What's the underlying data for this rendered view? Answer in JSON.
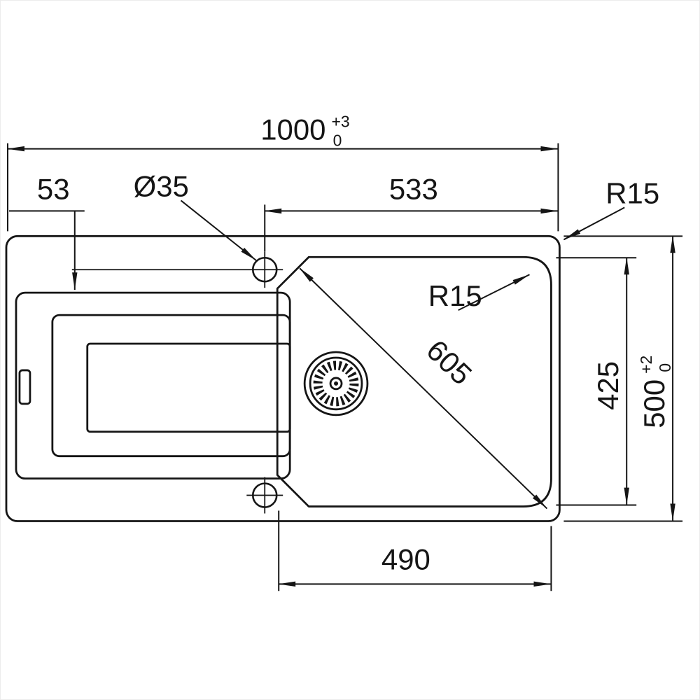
{
  "drawing": {
    "background": "#ffffff",
    "line_color": "#151515",
    "labels": {
      "overall_width": {
        "value": "1000",
        "tol_plus": "+3",
        "tol_minus": "0"
      },
      "tap_offset": {
        "value": "53"
      },
      "tap_hole_diameter": {
        "value": "Ø35"
      },
      "tap_to_right_edge": {
        "value": "533"
      },
      "outer_corner_radius": {
        "value": "R15"
      },
      "bowl_corner_radius": {
        "value": "R15"
      },
      "bowl_diagonal": {
        "value": "605"
      },
      "bowl_depth": {
        "value": "425"
      },
      "overall_depth": {
        "value": "500",
        "tol_plus": "+2",
        "tol_minus": "0"
      },
      "bowl_width": {
        "value": "490"
      }
    }
  }
}
